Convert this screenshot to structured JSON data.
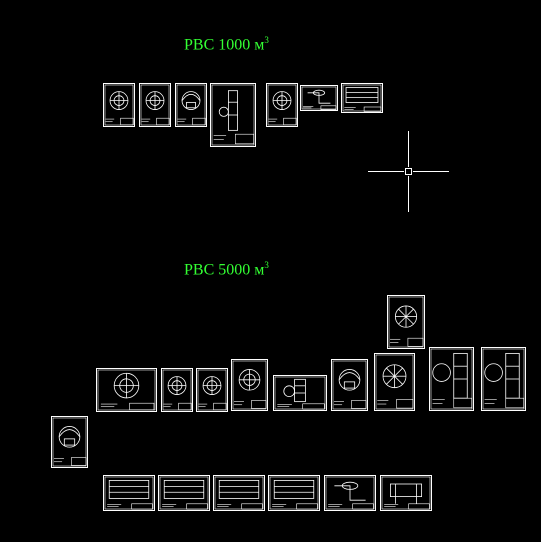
{
  "drawing": {
    "title_1000": {
      "text": "РВС 1000 м",
      "superscript": "3"
    },
    "title_5000": {
      "text": "РВС 5000 м",
      "superscript": "3"
    },
    "colors": {
      "background": "#000000",
      "title": "#33ff33",
      "linework": "#ffffff"
    },
    "cursor": "crosshair-pickbox",
    "sheet_icons": [
      "tank-plan-icon",
      "tank-plan-icon",
      "tank-section-icon",
      "tank-wall-icon",
      "tank-plan-icon",
      "tank-pipe-icon",
      "table-sheet-icon",
      "tank-section-icon",
      "tank-plan-icon",
      "tank-plan-icon",
      "tank-plan-icon",
      "tank-plan-icon",
      "tank-wall-icon",
      "tank-section-icon",
      "tank-star-icon",
      "tank-star-icon",
      "tank-ring-icon",
      "tank-ring-icon",
      "tank-plan-icon",
      "table-sheet-icon",
      "table-sheet-icon",
      "table-sheet-icon",
      "table-sheet-icon",
      "tank-pipe-icon",
      "tank-frame-icon"
    ]
  }
}
